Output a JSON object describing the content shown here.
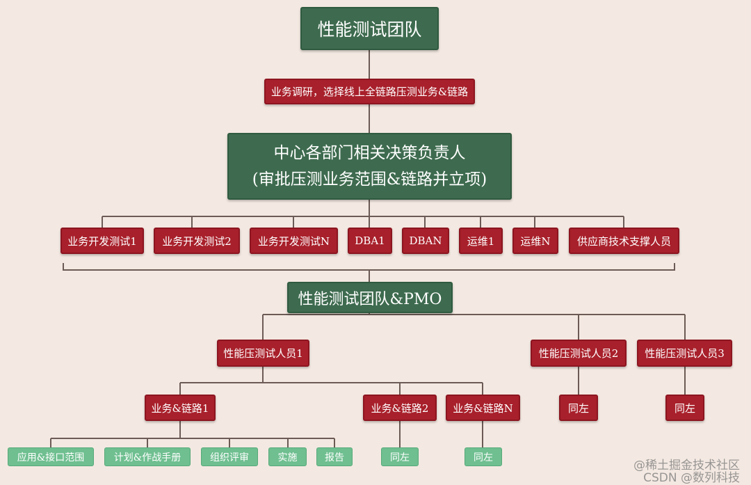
{
  "colors": {
    "background": "#f4e9e2",
    "green_node": "#3e6b4f",
    "red_node": "#a8202b",
    "leaf_node": "#6fbf90",
    "connector": "#6b5a55"
  },
  "nodes": {
    "root": "性能测试团队",
    "research": "业务调研，选择线上全链路压测业务&链路",
    "decision_line1": "中心各部门相关决策负责人",
    "decision_line2": "(审批压测业务范围&链路并立项)",
    "dev_test_1": "业务开发测试1",
    "dev_test_2": "业务开发测试2",
    "dev_test_n": "业务开发测试N",
    "dba_1": "DBA1",
    "dba_n": "DBAN",
    "ops_1": "运维1",
    "ops_n": "运维N",
    "vendor_support": "供应商技术支撑人员",
    "team_pmo": "性能测试团队&PMO",
    "tester_1": "性能压测试人员1",
    "tester_2": "性能压测试人员2",
    "tester_3": "性能压测试人员3",
    "biz_link_1": "业务&链路1",
    "biz_link_2": "业务&链路2",
    "biz_link_n": "业务&链路N",
    "same_left_t2": "同左",
    "same_left_t3": "同左",
    "scope": "应用&接口范围",
    "plan": "计划&作战手册",
    "review": "组织评审",
    "implement": "实施",
    "report": "报告",
    "same_left_l2": "同左",
    "same_left_ln": "同左"
  },
  "watermark": {
    "line1": "@稀土掘金技术社区",
    "line2": "CSDN @数列科技"
  }
}
